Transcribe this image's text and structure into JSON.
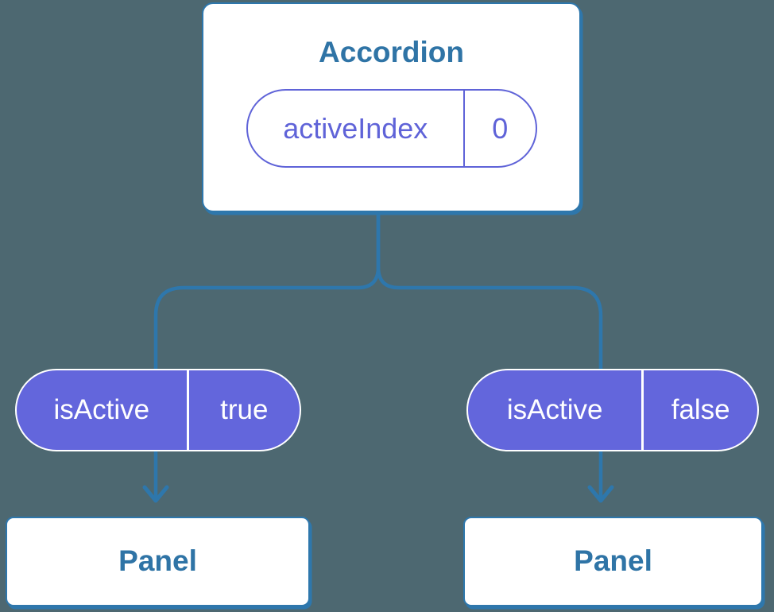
{
  "colors": {
    "background": "#4D6871",
    "blue": "#2E77AC",
    "blue_text": "#2F74A6",
    "purple": "#5F63D8",
    "purple_fill": "#6366DC",
    "white": "#FFFFFF"
  },
  "tree": {
    "root": {
      "title": "Accordion",
      "state": {
        "name": "activeIndex",
        "value": "0"
      }
    },
    "props": [
      {
        "name": "isActive",
        "value": "true"
      },
      {
        "name": "isActive",
        "value": "false"
      }
    ],
    "children": [
      {
        "title": "Panel"
      },
      {
        "title": "Panel"
      }
    ]
  }
}
